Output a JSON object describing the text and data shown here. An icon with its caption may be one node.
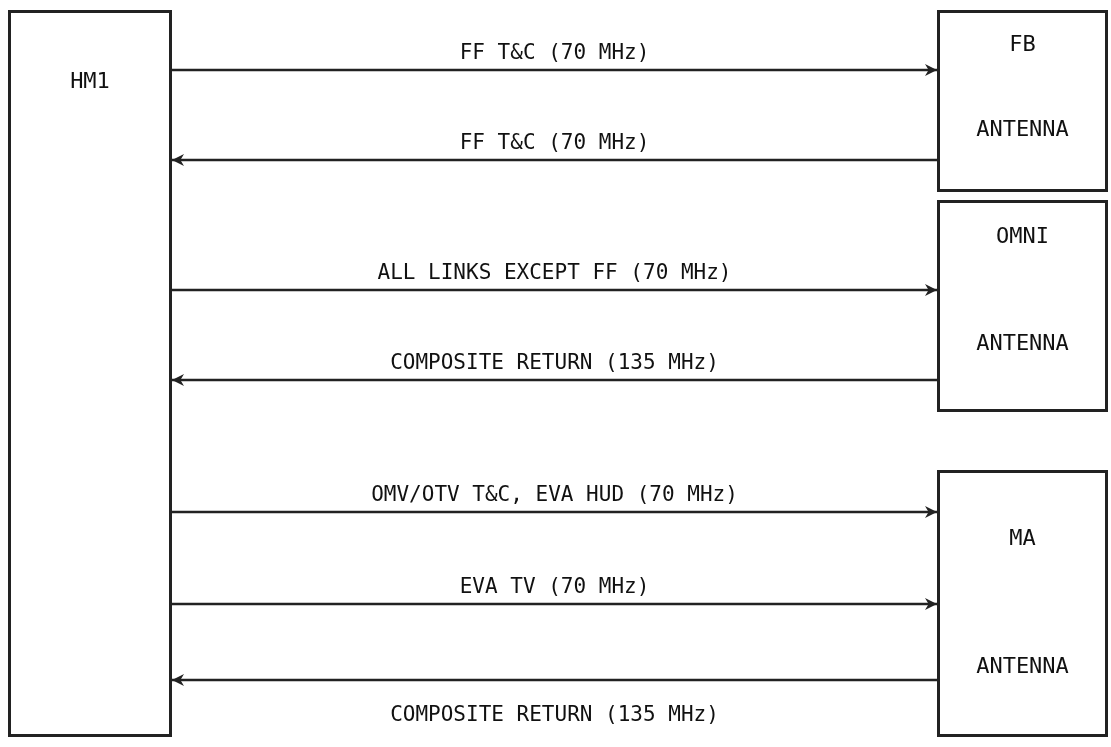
{
  "diagram": {
    "nodes": [
      {
        "text": [
          "HM1"
        ]
      },
      {
        "text": [
          "FB",
          "ANTENNA"
        ]
      },
      {
        "text": [
          "OMNI",
          "ANTENNA"
        ]
      },
      {
        "text": [
          "MA",
          "ANTENNA"
        ]
      }
    ],
    "edges": [
      {
        "from": 0,
        "to": 1,
        "arrow": "to",
        "label": "FF T&C (70 MHz)"
      },
      {
        "from": 1,
        "to": 0,
        "arrow": "to",
        "label": "FF T&C (70 MHz)"
      },
      {
        "from": 0,
        "to": 2,
        "arrow": "to",
        "label": "ALL LINKS EXCEPT FF (70 MHz)"
      },
      {
        "from": 2,
        "to": 0,
        "arrow": "to",
        "label": "COMPOSITE RETURN (135 MHz)"
      },
      {
        "from": 0,
        "to": 3,
        "arrow": "to",
        "label": "OMV/OTV T&C, EVA HUD (70 MHz)"
      },
      {
        "from": 0,
        "to": 3,
        "arrow": "to",
        "label": "EVA TV (70 MHz)"
      },
      {
        "from": 3,
        "to": 0,
        "arrow": "to",
        "label": "COMPOSITE RETURN (135 MHz)"
      }
    ]
  }
}
